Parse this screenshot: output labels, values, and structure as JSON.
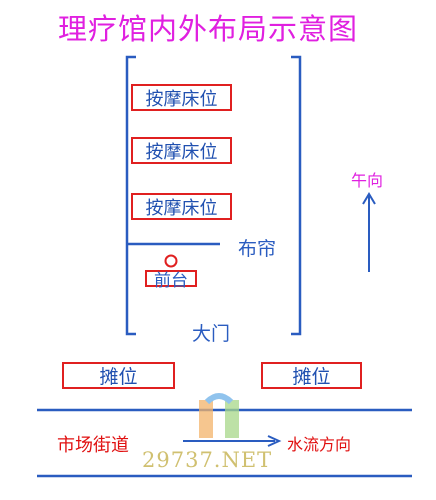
{
  "title": "理疗馆内外布局示意图",
  "beds": [
    "按摩床位",
    "按摩床位",
    "按摩床位"
  ],
  "curtain_label": "布帘",
  "reception_label": "前台",
  "door_label": "大门",
  "north_label": "午向",
  "stalls": [
    "摊位",
    "摊位"
  ],
  "street_label": "市场街道",
  "water_flow_label": "水流方向",
  "watermark": "29737.NET",
  "colors": {
    "title": "#e020e0",
    "blue_line": "#2a5cc0",
    "red_box": "#e02020"
  }
}
